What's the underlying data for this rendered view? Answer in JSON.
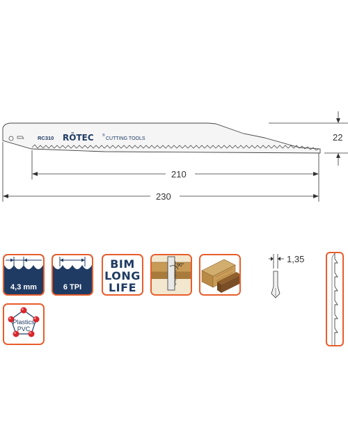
{
  "blade": {
    "model": "RC310",
    "brand": "RŌTEC",
    "brand_suffix": "CUTTING TOOLS",
    "registered_mark": "®",
    "height_value": "22",
    "working_length_value": "210",
    "total_length_value": "230",
    "thickness_value": "1,35"
  },
  "badges": {
    "tooth_pitch_mm": "4,3 mm",
    "tpi": "6 TPI",
    "material_lines": [
      "BIM",
      "LONG",
      "LIFE"
    ],
    "plastics_lines": [
      "Plastics",
      "PVC"
    ],
    "angle_label": "90°"
  },
  "colors": {
    "badge_border": "#e85d2a",
    "badge_fill": "#1f3b64",
    "blade_fill": "#f5f5f5",
    "dimension_line": "#333333",
    "wood": "#b88a45",
    "ball_red": "#d9262b"
  }
}
